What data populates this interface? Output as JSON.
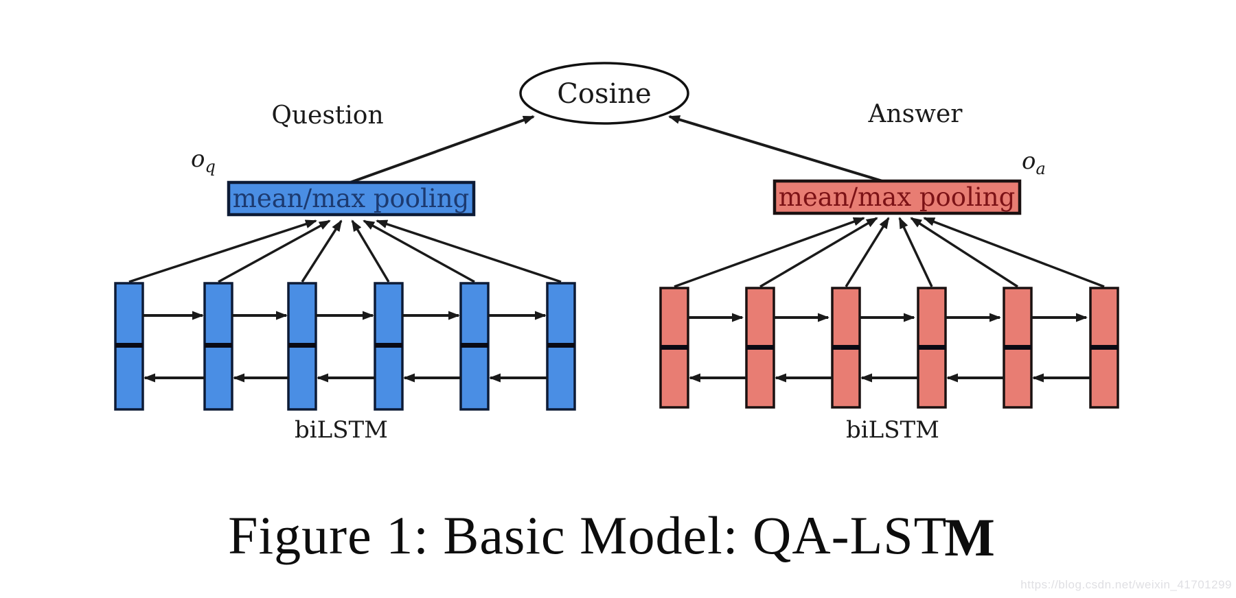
{
  "figure": {
    "cosine_label": "Cosine",
    "question_label": "Question",
    "answer_label": "Answer",
    "oq": {
      "base": "o",
      "sub": "q"
    },
    "oa": {
      "base": "o",
      "sub": "a"
    },
    "left": {
      "pooling_label": "mean/max pooling",
      "bilstm_label": "biLSTM",
      "cell_count": 6,
      "direction_arrows": [
        "forward",
        "backward"
      ]
    },
    "right": {
      "pooling_label": "mean/max pooling",
      "bilstm_label": "biLSTM",
      "cell_count": 6,
      "direction_arrows": [
        "forward",
        "backward"
      ]
    }
  },
  "caption": {
    "text": "Figure 1: Basic Model: QA-LST",
    "last_char": "M"
  },
  "watermark": "https://blog.csdn.net/weixin_41701299",
  "colors": {
    "blue_fill": "#4a8ee4",
    "blue_border": "#0d1b36",
    "blue_text": "#1c3a70",
    "red_fill": "#e87d73",
    "red_border": "#1a1111",
    "red_text": "#7c1216",
    "divider": "#0a0a14",
    "line": "#1a1a1a"
  }
}
